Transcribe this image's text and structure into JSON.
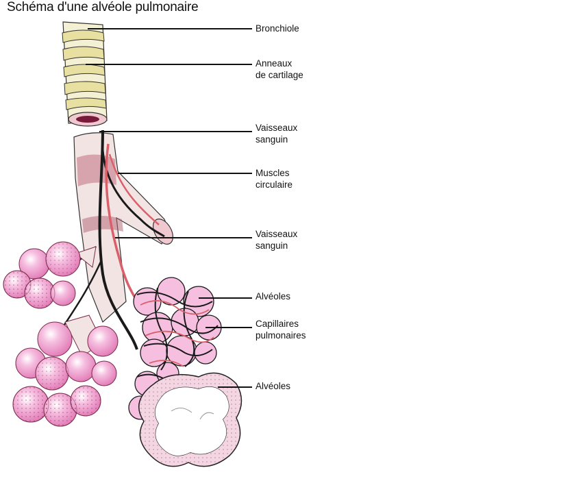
{
  "title": "Schéma d'une alvéole pulmonaire",
  "labels": [
    {
      "id": "bronchiole",
      "lines": [
        "Bronchiole"
      ]
    },
    {
      "id": "anneaux",
      "lines": [
        "Anneaux",
        "de cartilage"
      ]
    },
    {
      "id": "vaisseaux1",
      "lines": [
        "Vaisseaux",
        "sanguin"
      ]
    },
    {
      "id": "muscles",
      "lines": [
        "Muscles",
        "circulaire"
      ]
    },
    {
      "id": "vaisseaux2",
      "lines": [
        "Vaisseaux",
        "sanguin"
      ]
    },
    {
      "id": "alveoles1",
      "lines": [
        "Alvéoles"
      ]
    },
    {
      "id": "capillaires",
      "lines": [
        "Capillaires",
        "pulmonaires"
      ]
    },
    {
      "id": "alveoles2",
      "lines": [
        "Alvéoles"
      ]
    }
  ],
  "colors": {
    "cartilage": "#e8e0a0",
    "alveole": "#f2a6d0",
    "alveole_light": "#fbe0f0",
    "vessel": "#d9606a",
    "vessel_dark": "#1a1a1a",
    "tissue": "#e7c3c3",
    "leader": "#111111"
  }
}
